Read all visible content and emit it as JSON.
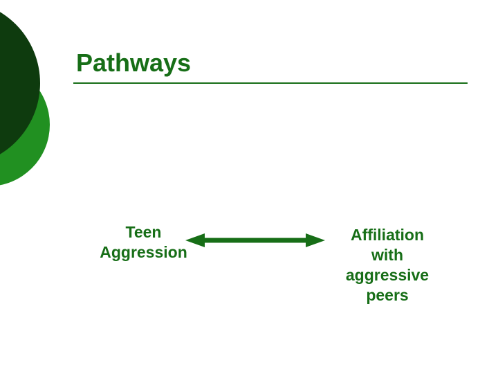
{
  "slide": {
    "title": "Pathways",
    "nodes": {
      "left": {
        "lines": [
          "Teen",
          "Aggression"
        ]
      },
      "right": {
        "lines": [
          "Affiliation",
          "with",
          "aggressive",
          "peers"
        ]
      }
    },
    "arrow": {
      "type": "double-headed-horizontal"
    },
    "colors": {
      "accent_text": "#176e17",
      "rule": "#176e17",
      "arrow": "#176e17",
      "circle_dark": "#0e3b0e",
      "circle_light": "#219021",
      "background": "#ffffff"
    }
  }
}
